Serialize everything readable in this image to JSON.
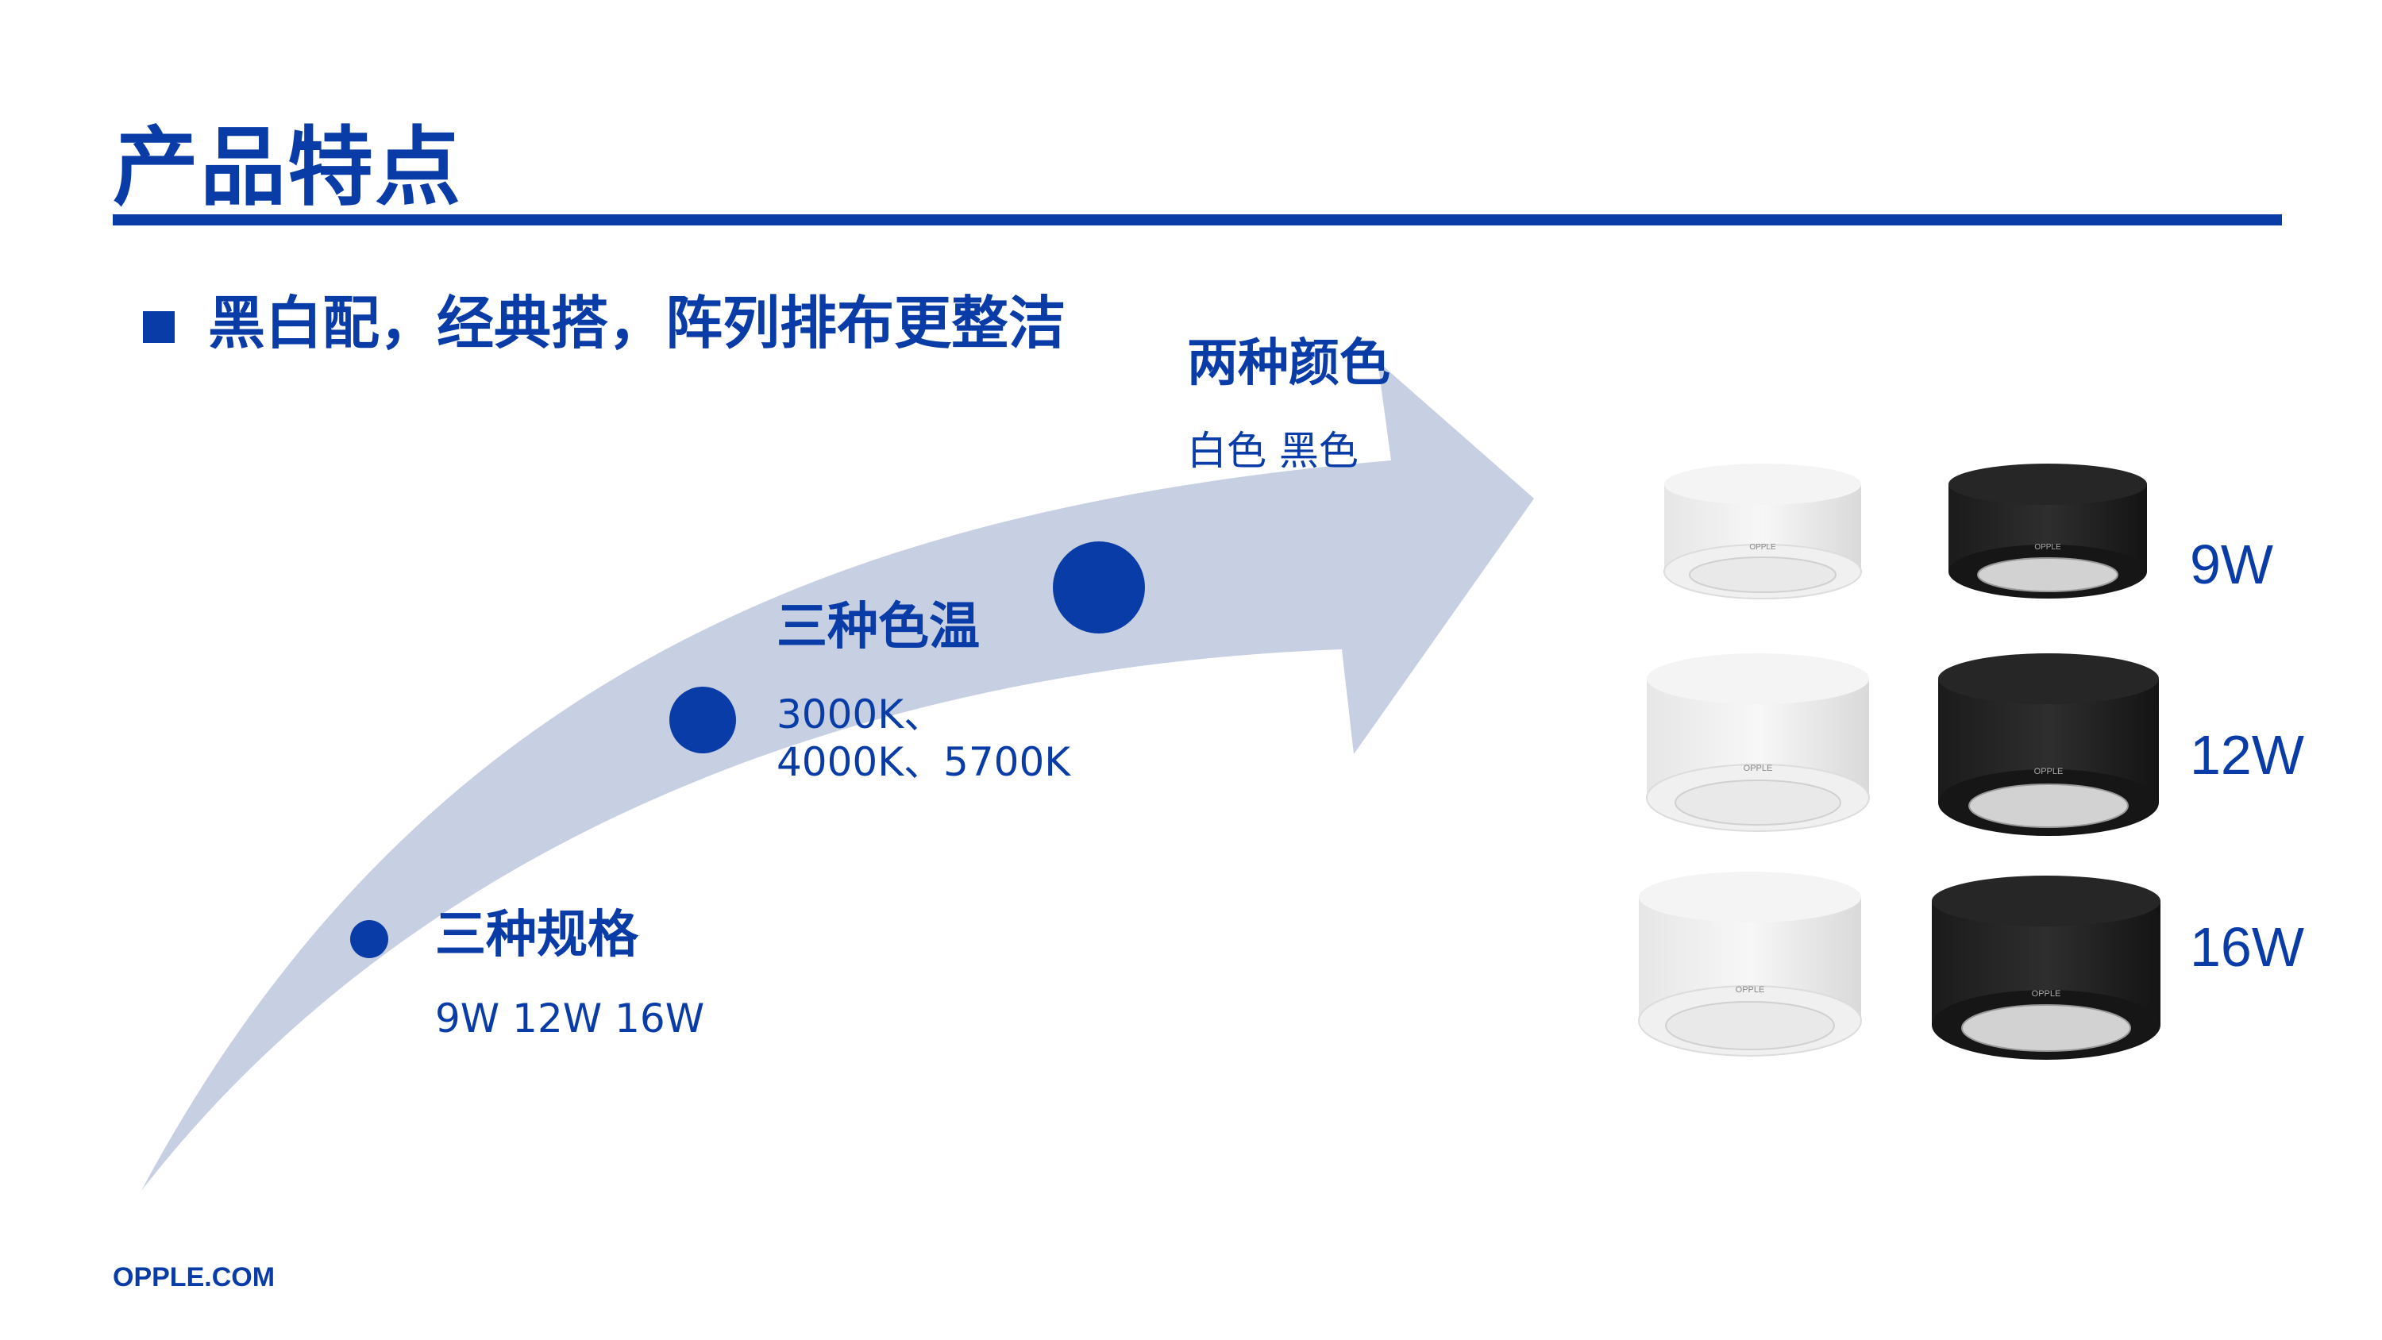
{
  "slide": {
    "title": "产品特点",
    "bullet": "黑白配，经典搭，阵列排布更整洁",
    "footer": "OPPLE.COM"
  },
  "colors": {
    "brand_blue": "#0a3ca8",
    "arrow_fill": "#c7cfe3"
  },
  "steps": [
    {
      "title": "三种规格",
      "desc": "9W 12W 16W"
    },
    {
      "title": "三种色温",
      "desc": "3000K、4000K、5700K"
    },
    {
      "title": "两种颜色",
      "desc": "白色 黑色"
    }
  ],
  "products": {
    "wattages": [
      "9W",
      "12W",
      "16W"
    ],
    "brand_mark": "OPPLE"
  }
}
